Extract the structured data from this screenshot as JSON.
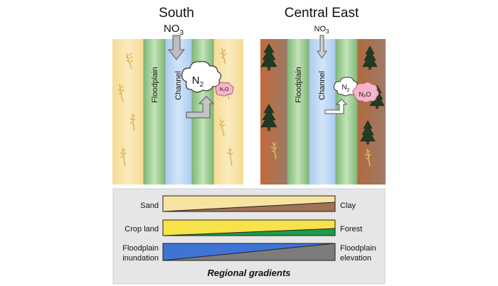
{
  "panels": {
    "south": {
      "title": "South",
      "input_species": "NO",
      "input_subscript": "3",
      "floodplain_label": "Floodplain",
      "channel_label": "Channel",
      "cloud_main": "N",
      "cloud_main_subscript": "2",
      "cloud_minor": "N₂O"
    },
    "central_east": {
      "title": "Central East",
      "input_species": "NO",
      "input_subscript": "3",
      "floodplain_label": "Floodplain",
      "channel_label": "Channel",
      "cloud_main": "N",
      "cloud_main_subscript": "2",
      "cloud_minor": "N₂O"
    }
  },
  "gradients": {
    "caption": "Regional gradients",
    "rows": [
      {
        "left": "Sand",
        "right": "Clay",
        "left_color": "#f3df98",
        "right_color": "#a07256"
      },
      {
        "left": "Crop land",
        "right": "Forest",
        "left_color": "#f7e04a",
        "right_color": "#1f9a4c"
      },
      {
        "left": "Floodplain",
        "left2": "inundation",
        "right": "Floodplain",
        "right2": "elevation",
        "left_color": "#3f74d6",
        "right_color": "#7a7a7a"
      }
    ]
  },
  "colors": {
    "sand": "#f7e2a4",
    "floodplain": "#b7dcae",
    "channel": "#c6dcf6",
    "clay_brown": "#a0694e",
    "gradient_panel": "#e6e6e6"
  }
}
